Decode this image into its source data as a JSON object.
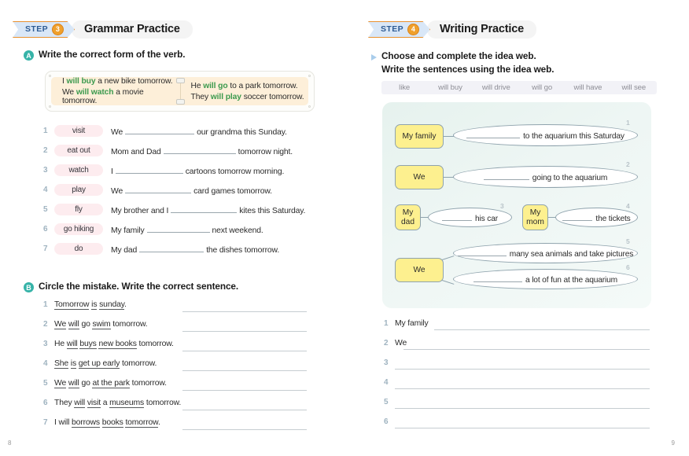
{
  "left_page": {
    "step": {
      "word": "STEP",
      "number": "3",
      "title": "Grammar Practice"
    },
    "section_a": {
      "letter": "A",
      "instruction": "Write the correct form of the verb.",
      "example": {
        "left": [
          {
            "pre": "I ",
            "verb": "will buy",
            "post": " a new bike tomorrow."
          },
          {
            "pre": "We ",
            "verb": "will watch",
            "post": " a movie tomorrow."
          }
        ],
        "right": [
          {
            "pre": "He ",
            "verb": "will go",
            "post": " to a park tomorrow."
          },
          {
            "pre": "They ",
            "verb": "will play",
            "post": " soccer tomorrow."
          }
        ]
      },
      "items": [
        {
          "num": "1",
          "verb": "visit",
          "before": "We",
          "after": "our grandma this Sunday."
        },
        {
          "num": "2",
          "verb": "eat out",
          "before": "Mom and Dad",
          "after": "tomorrow night."
        },
        {
          "num": "3",
          "verb": "watch",
          "before": "I",
          "after": "cartoons tomorrow morning."
        },
        {
          "num": "4",
          "verb": "play",
          "before": "We",
          "after": "card games tomorrow."
        },
        {
          "num": "5",
          "verb": "fly",
          "before": "My brother and I",
          "after": "kites this Saturday."
        },
        {
          "num": "6",
          "verb": "go hiking",
          "before": "My family",
          "after": "next weekend."
        },
        {
          "num": "7",
          "verb": "do",
          "before": "My dad",
          "after": "the dishes tomorrow."
        }
      ]
    },
    "section_b": {
      "letter": "B",
      "instruction": "Circle the mistake. Write the correct sentence.",
      "items": [
        {
          "num": "1",
          "parts": [
            {
              "t": "Tomorrow",
              "u": true
            },
            {
              "t": " ",
              "u": false
            },
            {
              "t": "is",
              "u": true
            },
            {
              "t": " ",
              "u": false
            },
            {
              "t": "sunday",
              "u": true
            },
            {
              "t": ".",
              "u": false
            }
          ]
        },
        {
          "num": "2",
          "parts": [
            {
              "t": "We",
              "u": true
            },
            {
              "t": " ",
              "u": false
            },
            {
              "t": "will",
              "u": true
            },
            {
              "t": " go ",
              "u": false
            },
            {
              "t": "swim",
              "u": true
            },
            {
              "t": " tomorrow.",
              "u": false
            }
          ]
        },
        {
          "num": "3",
          "parts": [
            {
              "t": "He ",
              "u": false
            },
            {
              "t": "will",
              "u": true
            },
            {
              "t": " ",
              "u": false
            },
            {
              "t": "buys",
              "u": true
            },
            {
              "t": " ",
              "u": false
            },
            {
              "t": "new books",
              "u": true
            },
            {
              "t": " tomorrow.",
              "u": false
            }
          ]
        },
        {
          "num": "4",
          "parts": [
            {
              "t": "She",
              "u": true
            },
            {
              "t": " ",
              "u": false
            },
            {
              "t": "is",
              "u": true
            },
            {
              "t": " ",
              "u": false
            },
            {
              "t": "get up early",
              "u": true
            },
            {
              "t": " tomorrow.",
              "u": false
            }
          ]
        },
        {
          "num": "5",
          "parts": [
            {
              "t": "We",
              "u": true
            },
            {
              "t": " ",
              "u": false
            },
            {
              "t": "will",
              "u": true
            },
            {
              "t": " go ",
              "u": false
            },
            {
              "t": "at the park",
              "u": true
            },
            {
              "t": " tomorrow.",
              "u": false
            }
          ]
        },
        {
          "num": "6",
          "parts": [
            {
              "t": "They ",
              "u": false
            },
            {
              "t": "will",
              "u": true
            },
            {
              "t": " ",
              "u": false
            },
            {
              "t": "visit",
              "u": true
            },
            {
              "t": " a ",
              "u": false
            },
            {
              "t": "museums",
              "u": true
            },
            {
              "t": " tomorrow.",
              "u": false
            }
          ]
        },
        {
          "num": "7",
          "parts": [
            {
              "t": "I will ",
              "u": false
            },
            {
              "t": "borrows",
              "u": true
            },
            {
              "t": " ",
              "u": false
            },
            {
              "t": "books",
              "u": true
            },
            {
              "t": " ",
              "u": false
            },
            {
              "t": "tomorrow",
              "u": true
            },
            {
              "t": ".",
              "u": false
            }
          ]
        }
      ]
    },
    "page_number": "8"
  },
  "right_page": {
    "step": {
      "word": "STEP",
      "number": "4",
      "title": "Writing Practice"
    },
    "instruction_line1": "Choose and complete the idea web.",
    "instruction_line2": "Write the sentences using the idea web.",
    "word_bank": [
      "like",
      "will buy",
      "will drive",
      "will go",
      "will have",
      "will see"
    ],
    "idea_web": [
      {
        "num": "1",
        "subject": "My family",
        "predicate": "to the aquarium this Saturday"
      },
      {
        "num": "2",
        "subject": "We",
        "predicate": "going to the aquarium"
      },
      {
        "num": "3",
        "subject": "My dad",
        "predicate": "his car"
      },
      {
        "num": "4",
        "subject": "My mom",
        "predicate": "the tickets"
      },
      {
        "num": "5",
        "subject": "We",
        "predicate": "many sea animals and take pictures"
      },
      {
        "num": "6",
        "subject": "",
        "predicate": "a lot of fun at the aquarium"
      }
    ],
    "writing_lines": [
      {
        "num": "1",
        "text": "My family"
      },
      {
        "num": "2",
        "text": "We"
      },
      {
        "num": "3",
        "text": ""
      },
      {
        "num": "4",
        "text": ""
      },
      {
        "num": "5",
        "text": ""
      },
      {
        "num": "6",
        "text": ""
      }
    ],
    "page_number": "9"
  }
}
